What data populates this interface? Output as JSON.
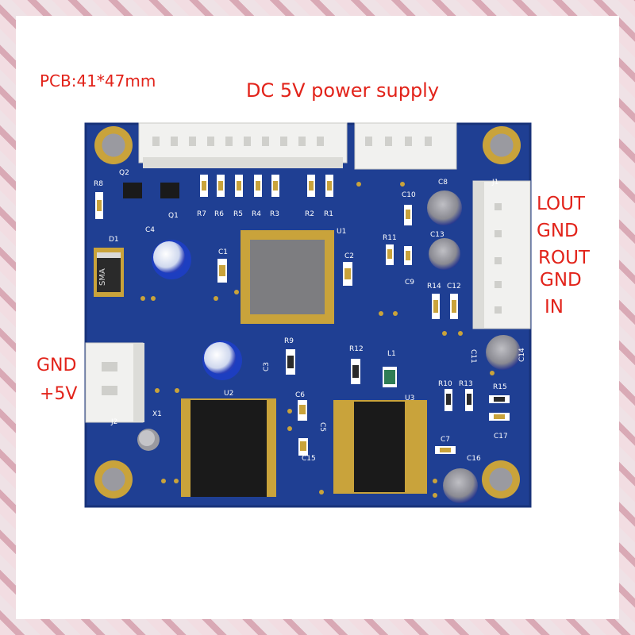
{
  "labels": {
    "pcb_size": "PCB:41*47mm",
    "power_supply": "DC 5V power supply",
    "right_pins": [
      "LOUT",
      "GND",
      "ROUT",
      "GND",
      "IN"
    ],
    "left_pins": [
      "GND",
      "+5V"
    ]
  },
  "silkscreen": {
    "q2": "Q2",
    "q1": "Q1",
    "r8": "R8",
    "d1": "D1",
    "sma": "SMA",
    "c4": "C4",
    "u1": "U1",
    "c1": "C1",
    "c2": "C2",
    "r_row": [
      "R7",
      "R6",
      "R5",
      "R4",
      "R3",
      "R2",
      "R1"
    ],
    "c8": "C8",
    "c10": "C10",
    "r11": "R11",
    "c13": "C13",
    "c9": "C9",
    "r14": "R14",
    "c12": "C12",
    "c11": "C11",
    "c14": "C14",
    "c3": "C3",
    "r9": "R9",
    "r12": "R12",
    "l1": "L1",
    "u2": "U2",
    "u3": "U3",
    "c6": "C6",
    "c5": "C5",
    "c15": "C15",
    "r10": "R10",
    "r13": "R13",
    "r15": "R15",
    "c17": "C17",
    "c7": "C7",
    "c16": "C16",
    "x1": "X1",
    "j2": "J2",
    "j1": "J1"
  },
  "colors": {
    "pcb": "#1f3f93",
    "text": "#e2231a",
    "pad": "#c9a33b",
    "silk": "#ffffff"
  }
}
